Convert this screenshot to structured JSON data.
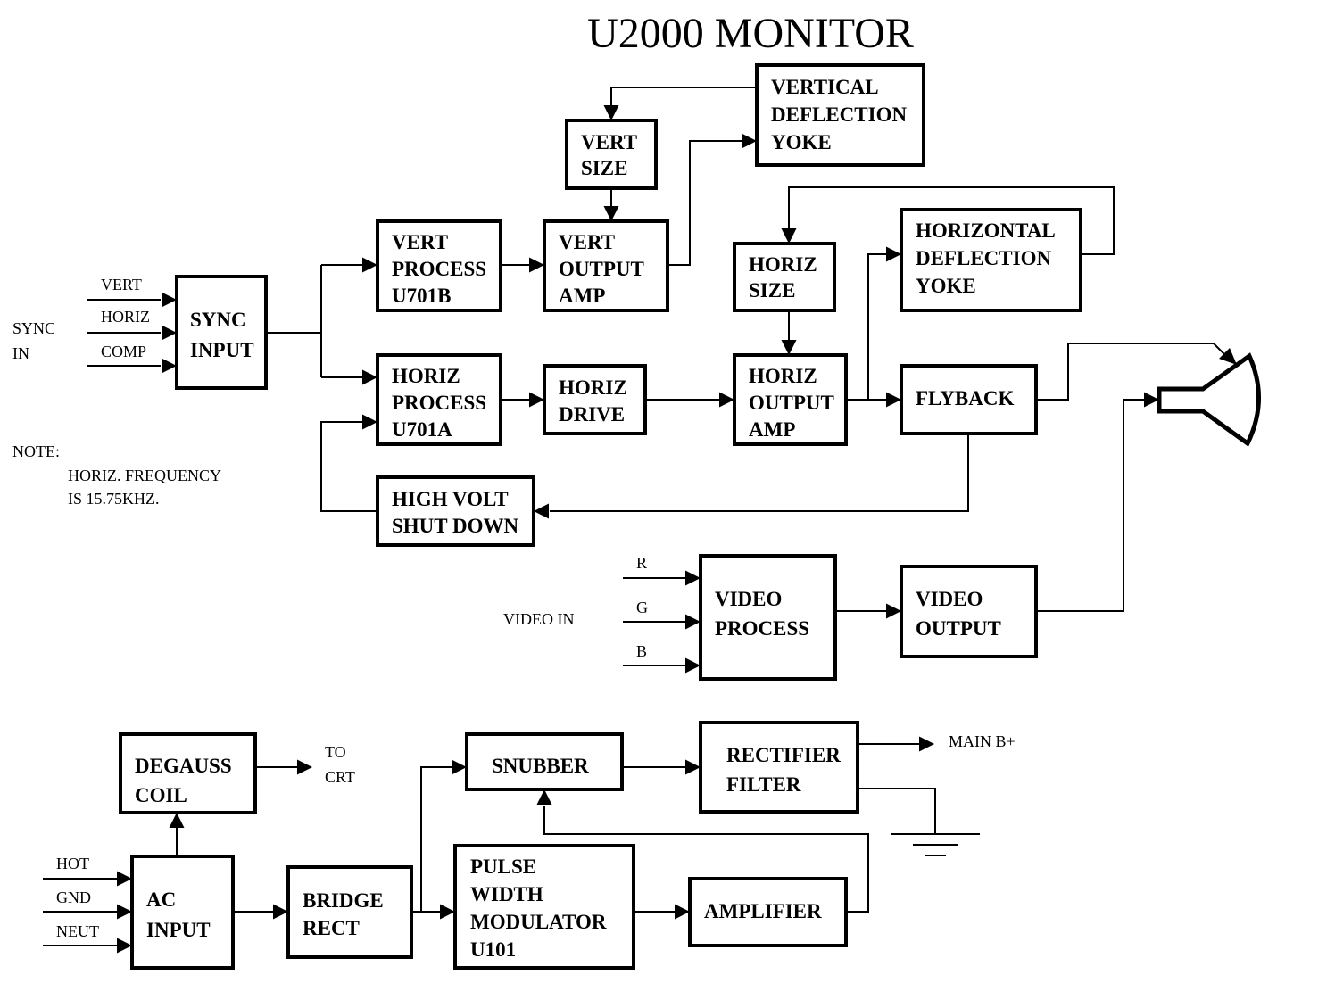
{
  "title": "U2000 MONITOR",
  "blocks": {
    "vertical_deflection_yoke": [
      "VERTICAL",
      "DEFLECTION",
      "YOKE"
    ],
    "vert_size": [
      "VERT",
      "SIZE"
    ],
    "vert_process": [
      "VERT",
      "PROCESS",
      "U701B"
    ],
    "vert_output_amp": [
      "VERT",
      "OUTPUT",
      "AMP"
    ],
    "horiz_size": [
      "HORIZ",
      "SIZE"
    ],
    "horizontal_deflection_yoke": [
      "HORIZONTAL",
      "DEFLECTION",
      "YOKE"
    ],
    "sync_input": [
      "SYNC",
      "INPUT"
    ],
    "horiz_process": [
      "HORIZ",
      "PROCESS",
      "U701A"
    ],
    "horiz_drive": [
      "HORIZ",
      "DRIVE"
    ],
    "horiz_output_amp": [
      "HORIZ",
      "OUTPUT",
      "AMP"
    ],
    "flyback": [
      "FLYBACK"
    ],
    "high_volt_shut_down": [
      "HIGH VOLT",
      "SHUT DOWN"
    ],
    "video_process": [
      "VIDEO",
      "PROCESS"
    ],
    "video_output": [
      "VIDEO",
      "OUTPUT"
    ],
    "degauss_coil": [
      "DEGAUSS",
      "COIL"
    ],
    "snubber": [
      "SNUBBER"
    ],
    "rectifier_filter": [
      "RECTIFIER",
      "FILTER"
    ],
    "ac_input": [
      "AC",
      "INPUT"
    ],
    "bridge_rect": [
      "BRIDGE",
      "RECT"
    ],
    "pulse_width_modulator": [
      "PULSE",
      "WIDTH",
      "MODULATOR",
      "U101"
    ],
    "amplifier": [
      "AMPLIFIER"
    ]
  },
  "labels": {
    "sync_in": [
      "SYNC",
      "IN"
    ],
    "sync_vert": "VERT",
    "sync_horiz": "HORIZ",
    "sync_comp": "COMP",
    "note_title": "NOTE:",
    "note_body": [
      "HORIZ. FREQUENCY",
      "IS 15.75KHZ."
    ],
    "video_in": "VIDEO IN",
    "video_r": "R",
    "video_g": "G",
    "video_b": "B",
    "to_crt": [
      "TO",
      "CRT"
    ],
    "main_b_plus": "MAIN B+",
    "ac_hot": "HOT",
    "ac_gnd": "GND",
    "ac_neut": "NEUT"
  },
  "icons": {
    "crt": "crt-tube-icon",
    "ground": "ground-symbol-icon"
  }
}
